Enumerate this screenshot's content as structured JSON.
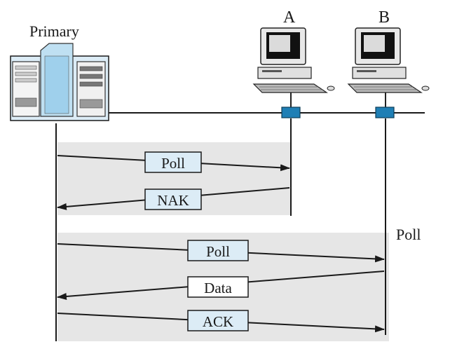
{
  "labels": {
    "primary": "Primary",
    "station_a": "A",
    "station_b": "B",
    "side_poll": "Poll"
  },
  "messages": {
    "poll_a": "Poll",
    "nak_a": "NAK",
    "poll_b": "Poll",
    "data_b": "Data",
    "ack_b": "ACK"
  },
  "colors": {
    "frame_fill": "#dcecf6",
    "panel_fill": "#e6e6e6",
    "tap_fill": "#1f7fb5",
    "line": "#1a1a1a"
  },
  "icons": {
    "primary": "server-icon",
    "station_a": "desktop-computer-icon",
    "station_b": "desktop-computer-icon"
  }
}
